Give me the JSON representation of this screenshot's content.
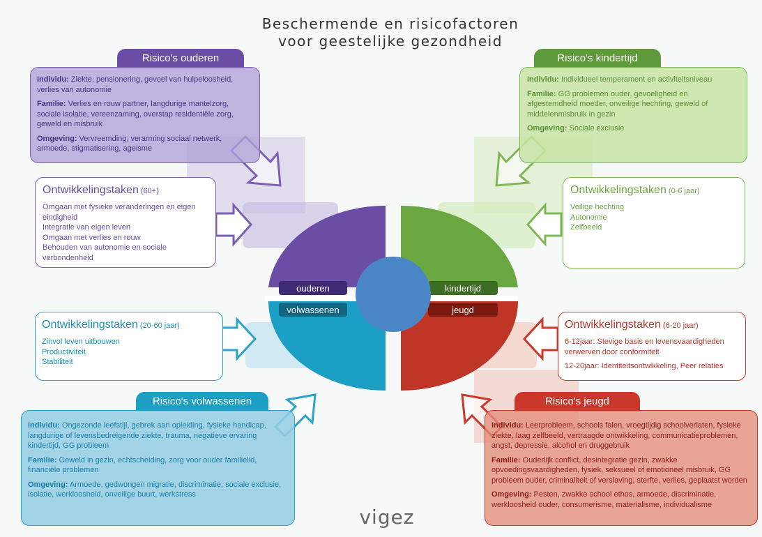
{
  "title": {
    "line1": "Beschermende en risicofactoren",
    "line2": "voor geestelijke gezondheid"
  },
  "colors": {
    "ouderen": "#6a4ea6",
    "kindertijd": "#6aa741",
    "volwassenen": "#1b9fc4",
    "jeugd": "#c9382a",
    "center": "#4a86c5"
  },
  "risico_ouderen": {
    "tab": "Risico's ouderen",
    "individu_label": "Individu:",
    "individu_text": " Ziekte, pensionering, gevoel van hulpeloosheid, verlies van autonomie",
    "familie_label": "Familie:",
    "familie_text": " Verlies en rouw partner, langdurige mantelzorg, sociale isolatie, vereenzaming, overstap residentiële zorg, geweld en misbruik",
    "omgeving_label": "Omgeving:",
    "omgeving_text": " Vervreemding, verarming sociaal netwerk, armoede, stigmatisering, ageisme"
  },
  "ontw_ouderen": {
    "head": "Ontwikkelingstaken",
    "age": " (60+)",
    "items": [
      "Omgaan met fysieke veranderingen en eigen eindigheid",
      "Integratie van eigen leven",
      "Omgaan met verlies en rouw",
      "Behouden van autonomie en sociale verbondenheid"
    ]
  },
  "risico_kindertijd": {
    "tab": "Risico's kindertijd",
    "individu_label": "Individu:",
    "individu_text": " Individueel temperament en activiteitsniveau",
    "familie_label": "Familie:",
    "familie_text": " GG problemen ouder, gevoeligheid en afgestemdheid moeder, onveilige hechting, geweld of middelenmisbruik in gezin",
    "omgeving_label": "Omgeving:",
    "omgeving_text": " Sociale exclusie"
  },
  "ontw_kindertijd": {
    "head": "Ontwikkelingstaken",
    "age": " (0-6 jaar)",
    "items": [
      "Veilige hechting",
      "Autonomie",
      "Zelfbeeld"
    ]
  },
  "ontw_volwassenen": {
    "head": "Ontwikkelingstaken",
    "age": " (20-60 jaar)",
    "items": [
      "Zinvol leven uitbouwen",
      "Productiviteit",
      "Stabiliteit"
    ]
  },
  "risico_volwassenen": {
    "tab": "Risico's volwassenen",
    "individu_label": "Individu:",
    "individu_text": " Ongezonde leefstijl, gebrek aan opleiding, fysieke handicap, langdurige of levensbedreigende ziekte, trauma, negatieve ervaring kindertijd, GG probleem",
    "familie_label": "Familie:",
    "familie_text": " Geweld in gezin, echtscheiding, zorg voor ouder familielid, financiële problemen",
    "omgeving_label": "Omgeving:",
    "omgeving_text": " Armoede, gedwongen migratie, discriminatie, sociale exclusie, isolatie, werkloosheid, onveilige buurt, werkstress"
  },
  "ontw_jeugd": {
    "head": "Ontwikkelingstaken",
    "age": " (6-20 jaar)",
    "item1_label": "6-12jaar:",
    "item1_text": " Stevige basis en levensvaardigheden verwerven door conformiteit",
    "item2_label": "12-20jaar:",
    "item2_text": " Identiteitsontwikkeling, Peer relaties"
  },
  "risico_jeugd": {
    "tab": "Risico's jeugd",
    "individu_label": "Individu:",
    "individu_text": " Leerprobleem, schools falen, vroegtijdig schoolverlaten, fysieke ziekte, laag zelfbeeld, vertraagde ontwikkeling, communicatieproblemen, angst, depressie, alcohol en druggebruik",
    "familie_label": "Familie:",
    "familie_text": " Ouderlijk conflict, desintegratie gezin, zwakke opvoedingsvaardigheden, fysiek, seksueel of emotioneel misbruik, GG probleem ouder, criminaliteit of verslaving, sterfte, verlies, geplaatst worden",
    "omgeving_label": "Omgeving:",
    "omgeving_text": " Pesten, zwakke school ethos, armoede, discriminatie, werkloosheid ouder, consumerisme, materialisme, individualisme"
  },
  "center_labels": {
    "ouderen": "ouderen",
    "kindertijd": "kindertijd",
    "volwassenen": "volwassenen",
    "jeugd": "jeugd"
  },
  "logo": {
    "text": "vigez"
  }
}
